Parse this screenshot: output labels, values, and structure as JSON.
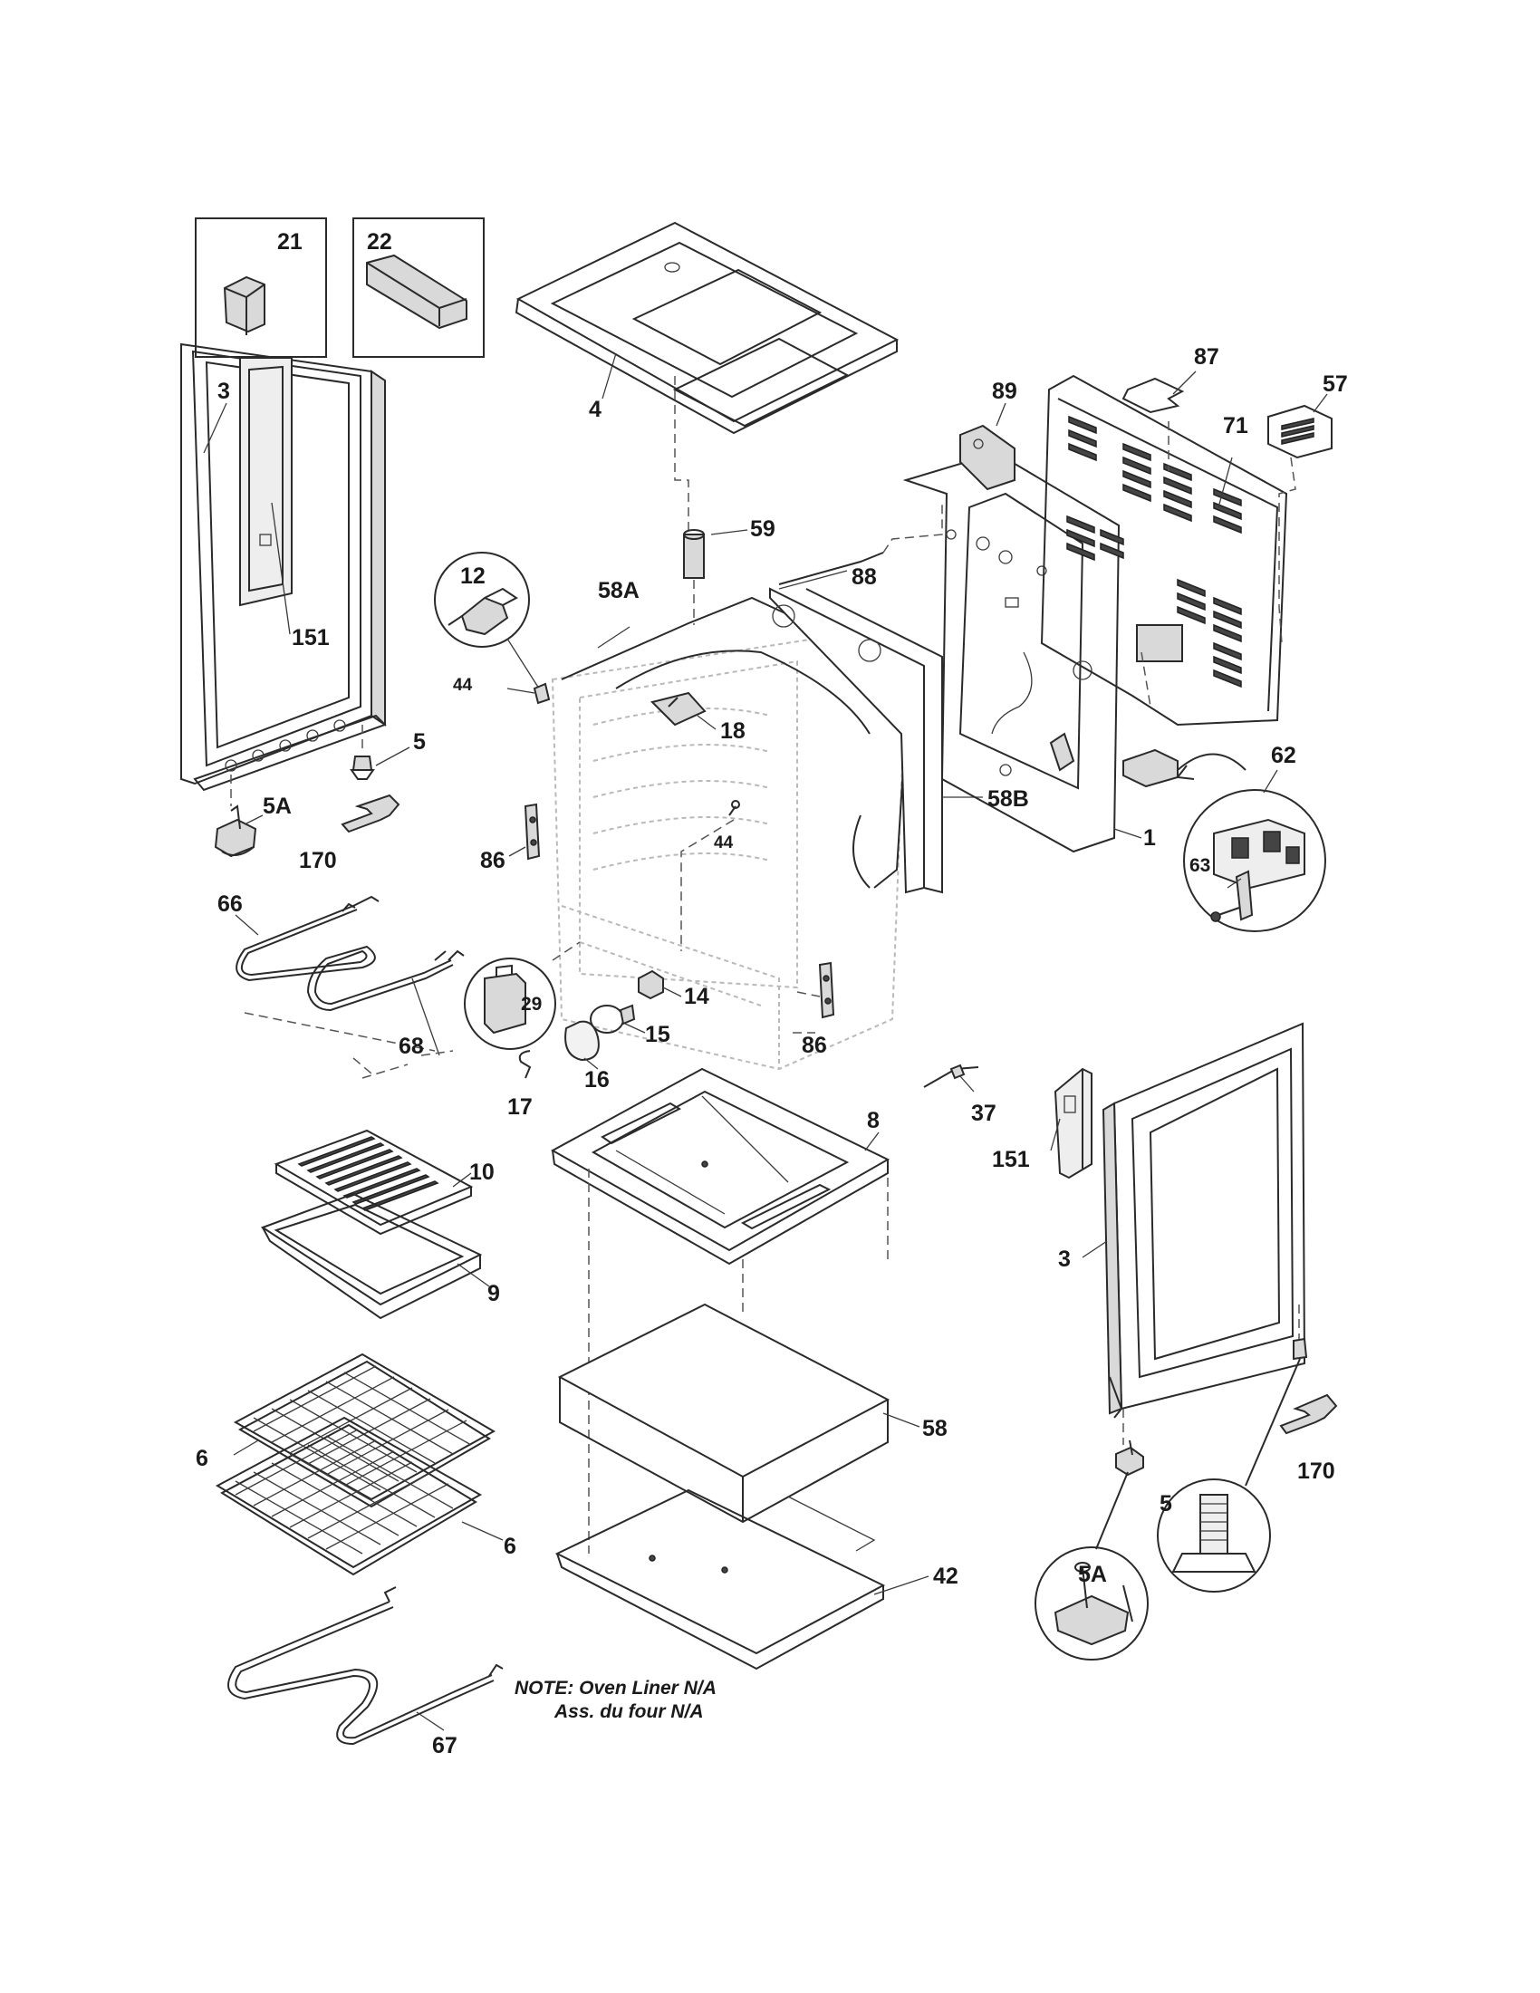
{
  "labels": {
    "l21": "21",
    "l22": "22",
    "l3a": "3",
    "l151a": "151",
    "l4": "4",
    "l59": "59",
    "l89": "89",
    "l87": "87",
    "l71": "71",
    "l57": "57",
    "l88": "88",
    "l12": "12",
    "l58A": "58A",
    "l44a": "44",
    "l18": "18",
    "l5a": "5",
    "l5Aa": "5A",
    "l170a": "170",
    "l86a": "86",
    "l44b": "44",
    "l58B": "58B",
    "l1": "1",
    "l62": "62",
    "l63": "63",
    "l66": "66",
    "l29": "29",
    "l14": "14",
    "l15": "15",
    "l16": "16",
    "l68": "68",
    "l86b": "86",
    "l17": "17",
    "l37": "37",
    "l151b": "151",
    "l8": "8",
    "l10": "10",
    "l9": "9",
    "l3b": "3",
    "l58": "58",
    "l6a": "6",
    "l6b": "6",
    "l42": "42",
    "l170b": "170",
    "l5b": "5",
    "l5Ab": "5A",
    "l67": "67"
  },
  "note": {
    "line1": "NOTE: Oven Liner N/A",
    "line2": "Ass. du four N/A"
  }
}
